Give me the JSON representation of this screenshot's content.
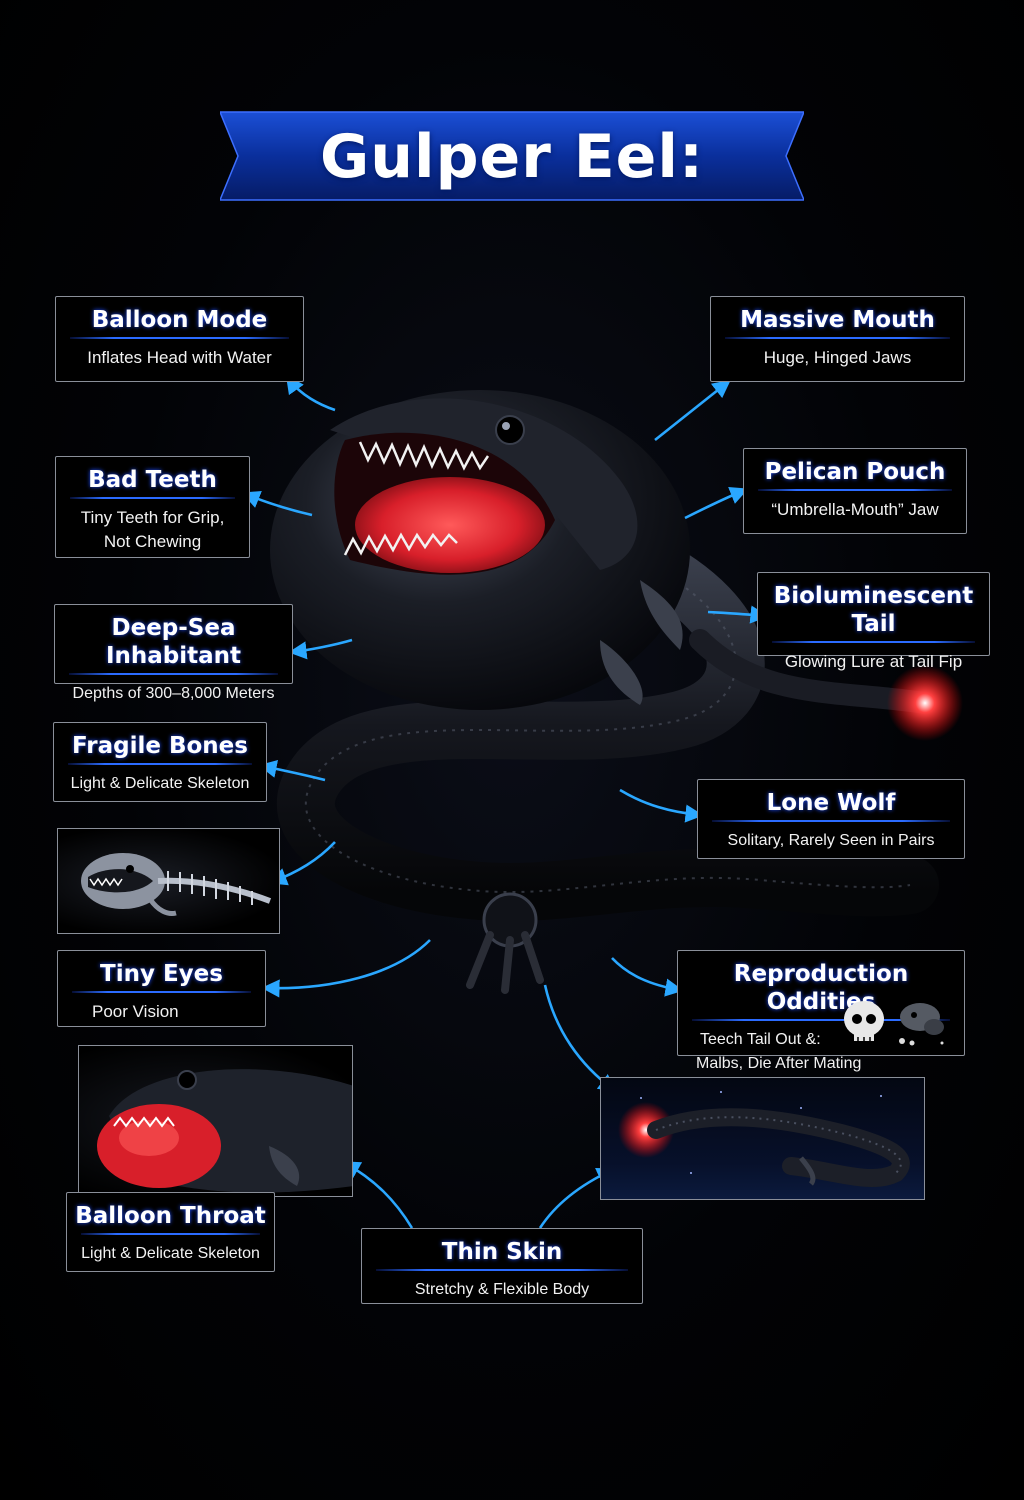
{
  "title": "Gulper Eel:",
  "colors": {
    "banner": "#0a2f9c",
    "accent": "#2b6bff",
    "arrow": "#2aa7ff",
    "glow": "#ff2a2a",
    "mouth": "#d81f2a"
  },
  "labels": {
    "balloon_mode": {
      "title": "Balloon Mode",
      "desc": "Inflates Head with Water"
    },
    "massive_mouth": {
      "title": "Massive Mouth",
      "desc": "Huge, Hinged Jaws"
    },
    "bad_teeth": {
      "title": "Bad Teeth",
      "desc1": "Tiny Teeth for Grip,",
      "desc2": "Not Chewing"
    },
    "pelican_pouch": {
      "title": "Pelican Pouch",
      "desc": "“Umbrella-Mouth” Jaw"
    },
    "bioluminescent_tail": {
      "title": "Bioluminescent Tail",
      "desc": "Glowing Lure at Tail Fip"
    },
    "deep_sea": {
      "title": "Deep-Sea Inhabitant",
      "desc": "Depths of 300–8,000 Meters"
    },
    "fragile_bones": {
      "title": "Fragile Bones",
      "desc": "Light & Delicate Skeleton"
    },
    "lone_wolf": {
      "title": "Lone Wolf",
      "desc": "Solitary, Rarely Seen in Pairs"
    },
    "tiny_eyes": {
      "title": "Tiny Eyes",
      "desc": "Poor Vision"
    },
    "reproduction": {
      "title": "Reproduction Oddities",
      "desc1": "Teech Tail Out &:",
      "desc2": "Malbs, Die After Mating"
    },
    "balloon_throat": {
      "title": "Balloon Throat",
      "desc": "Light & Delicate Skeleton"
    },
    "thin_skin": {
      "title": "Thin Skin",
      "desc": "Stretchy & Flexible Body"
    }
  },
  "icons": [
    "skull-icon",
    "eel-skeleton-icon",
    "eel-head-icon",
    "glowing-eel-icon"
  ]
}
